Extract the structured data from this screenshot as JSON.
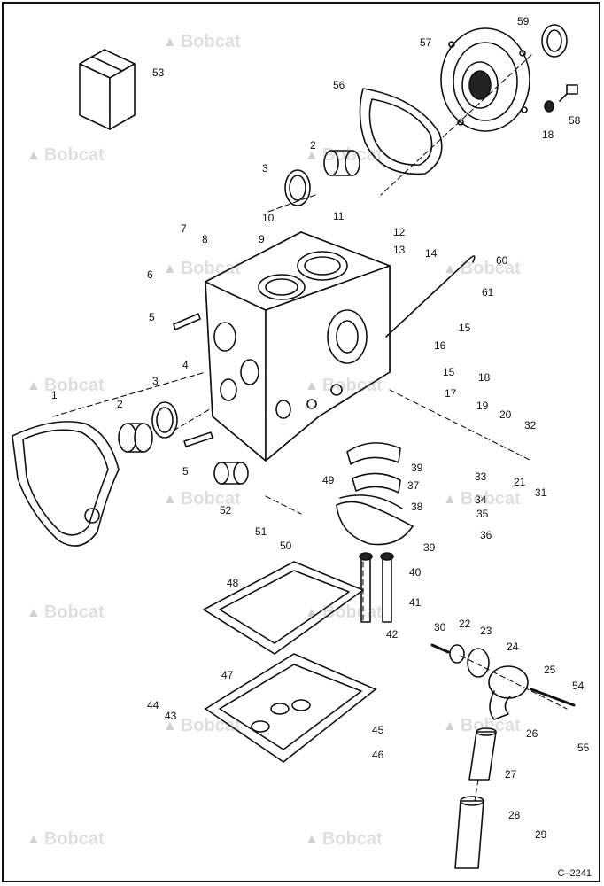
{
  "watermark": {
    "text": "Bobcat",
    "logo_icon": "bobcat-head-logo-icon"
  },
  "figure_number": "C–2241",
  "callouts": [
    {
      "id": "53",
      "text": "53"
    },
    {
      "id": "59",
      "text": "59"
    },
    {
      "id": "57",
      "text": "57"
    },
    {
      "id": "56",
      "text": "56"
    },
    {
      "id": "58",
      "text": "58"
    },
    {
      "id": "18a",
      "text": "18"
    },
    {
      "id": "2a",
      "text": "2"
    },
    {
      "id": "3a",
      "text": "3"
    },
    {
      "id": "10",
      "text": "10"
    },
    {
      "id": "11",
      "text": "11"
    },
    {
      "id": "12",
      "text": "12"
    },
    {
      "id": "7",
      "text": "7"
    },
    {
      "id": "9",
      "text": "9"
    },
    {
      "id": "8",
      "text": "8"
    },
    {
      "id": "13",
      "text": "13"
    },
    {
      "id": "14",
      "text": "14"
    },
    {
      "id": "60",
      "text": "60"
    },
    {
      "id": "6",
      "text": "6"
    },
    {
      "id": "61",
      "text": "61"
    },
    {
      "id": "5a",
      "text": "5"
    },
    {
      "id": "15a",
      "text": "15"
    },
    {
      "id": "16",
      "text": "16"
    },
    {
      "id": "4",
      "text": "4"
    },
    {
      "id": "15b",
      "text": "15"
    },
    {
      "id": "18b",
      "text": "18"
    },
    {
      "id": "1",
      "text": "1"
    },
    {
      "id": "3b",
      "text": "3"
    },
    {
      "id": "17",
      "text": "17"
    },
    {
      "id": "2b",
      "text": "2"
    },
    {
      "id": "19",
      "text": "19"
    },
    {
      "id": "20",
      "text": "20"
    },
    {
      "id": "32",
      "text": "32"
    },
    {
      "id": "5b",
      "text": "5"
    },
    {
      "id": "39a",
      "text": "39"
    },
    {
      "id": "49",
      "text": "49"
    },
    {
      "id": "33",
      "text": "33"
    },
    {
      "id": "21",
      "text": "21"
    },
    {
      "id": "31",
      "text": "31"
    },
    {
      "id": "37",
      "text": "37"
    },
    {
      "id": "52",
      "text": "52"
    },
    {
      "id": "34",
      "text": "34"
    },
    {
      "id": "38",
      "text": "38"
    },
    {
      "id": "35",
      "text": "35"
    },
    {
      "id": "51",
      "text": "51"
    },
    {
      "id": "36",
      "text": "36"
    },
    {
      "id": "50",
      "text": "50"
    },
    {
      "id": "39b",
      "text": "39"
    },
    {
      "id": "40",
      "text": "40"
    },
    {
      "id": "48",
      "text": "48"
    },
    {
      "id": "41",
      "text": "41"
    },
    {
      "id": "42",
      "text": "42"
    },
    {
      "id": "30",
      "text": "30"
    },
    {
      "id": "22",
      "text": "22"
    },
    {
      "id": "23",
      "text": "23"
    },
    {
      "id": "24",
      "text": "24"
    },
    {
      "id": "47",
      "text": "47"
    },
    {
      "id": "25",
      "text": "25"
    },
    {
      "id": "54",
      "text": "54"
    },
    {
      "id": "44",
      "text": "44"
    },
    {
      "id": "43",
      "text": "43"
    },
    {
      "id": "26",
      "text": "26"
    },
    {
      "id": "55",
      "text": "55"
    },
    {
      "id": "45",
      "text": "45"
    },
    {
      "id": "46",
      "text": "46"
    },
    {
      "id": "27",
      "text": "27"
    },
    {
      "id": "28",
      "text": "28"
    },
    {
      "id": "29",
      "text": "29"
    }
  ]
}
